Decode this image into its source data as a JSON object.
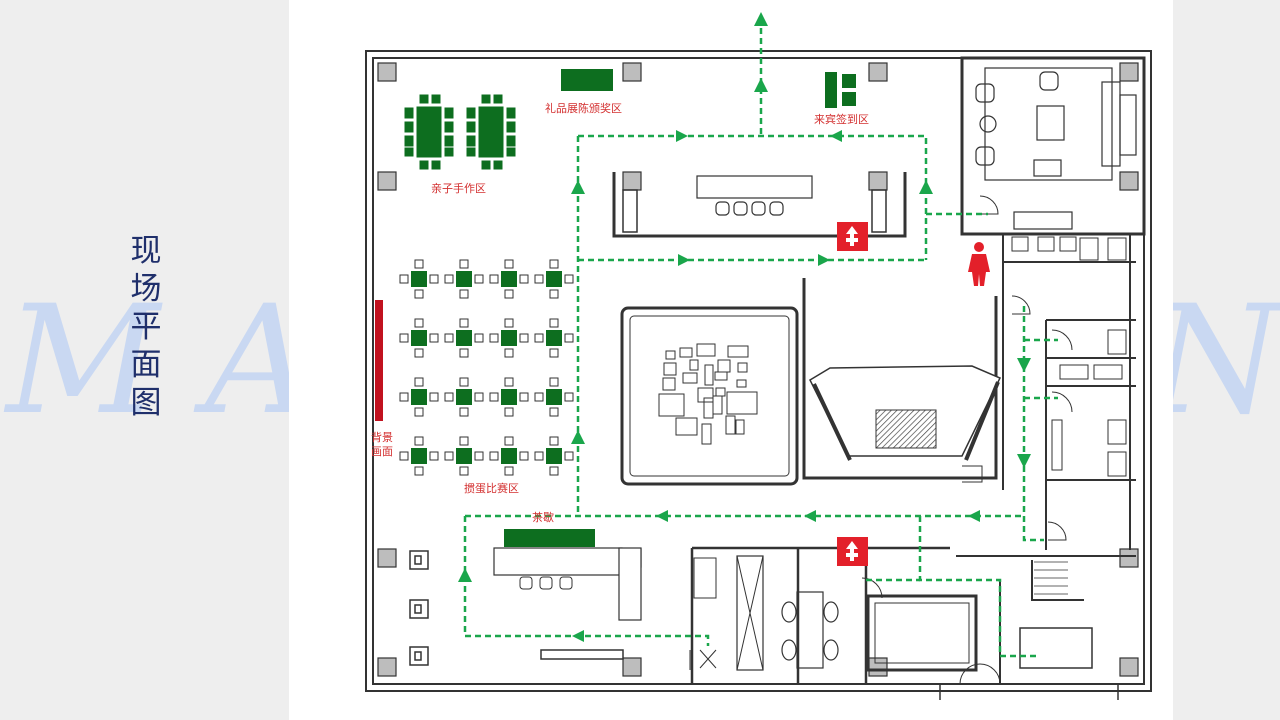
{
  "slide": {
    "side_title": "现场平面图",
    "watermark_letters": [
      "M",
      "A",
      "N"
    ]
  },
  "floor_plan": {
    "labels": {
      "gift_display": "礼品展陈颁奖区",
      "guest_signin": "来宾签到区",
      "parent_child": "亲子手作区",
      "backdrop_line1": "背景",
      "backdrop_line2": "画面",
      "egg_contest": "掼蛋比赛区",
      "tea_break": "茶歇"
    },
    "colors": {
      "wall": "#333333",
      "table_green": "#0d6e1f",
      "route_green": "#1aa64b",
      "label_red": "#d32f2f",
      "exit_red": "#e3202a",
      "backdrop_red": "#c1121f",
      "title_navy": "#1f2f6b",
      "watermark": "#c9d8f2"
    },
    "icons": [
      "fire-hydrant-icon",
      "fire-hydrant-icon",
      "staff-person-icon",
      "exit-arrow-icon"
    ]
  }
}
